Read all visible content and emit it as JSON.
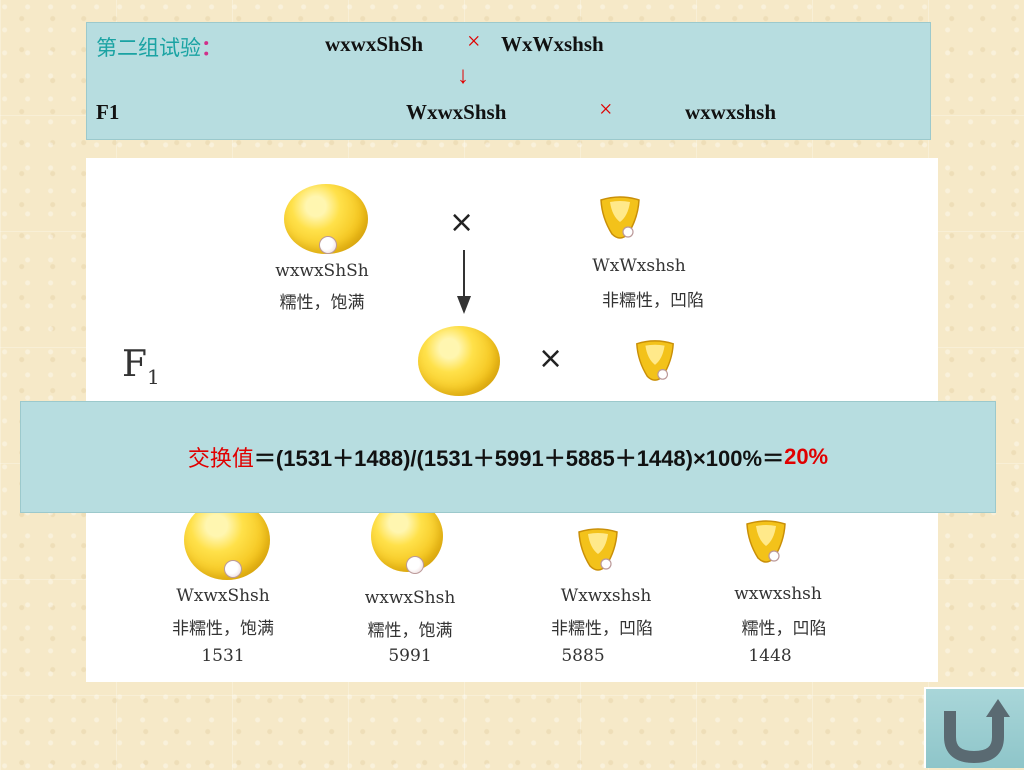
{
  "header": {
    "label": "第二组试验",
    "label_colon": "：",
    "parent1": "wxwxShSh",
    "cross": "×",
    "parent2": "WxWxshsh",
    "arrow": "↓",
    "f1_label": "F1",
    "f1_genotype": "WxwxShsh",
    "cross2": "×",
    "testcross_parent": "wxwxshsh"
  },
  "figure": {
    "parent1": {
      "genotype": "wxwxShSh",
      "phenotype": "糯性，饱满"
    },
    "parent2": {
      "genotype": "WxWxshsh",
      "phenotype": "非糯性，凹陷"
    },
    "cross_sign": "×",
    "f1_label": "F",
    "f1_sub": "1",
    "f1_cross_sign": "×",
    "offspring": [
      {
        "genotype": "WxwxShsh",
        "phenotype": "非糯性，饱满",
        "count": "1531"
      },
      {
        "genotype": "wxwxShsh",
        "phenotype": "糯性，饱满",
        "count": "5991"
      },
      {
        "genotype": "Wxwxshsh",
        "phenotype": "非糯性，凹陷",
        "count": "5885"
      },
      {
        "genotype": "wxwxshsh",
        "phenotype": "糯性，凹陷",
        "count": "1448"
      }
    ]
  },
  "formula": {
    "label": "交换值",
    "expression": "＝(1531＋1488)/(1531＋5991＋5885＋1448)×100%＝",
    "result": "20%"
  },
  "return_button": {
    "icon": "return-u-arrow-icon"
  },
  "colors": {
    "panel": "#b7dde0",
    "accent_red": "#e00000",
    "accent_cyan": "#1aa3a3",
    "kernel_yellow": "#f3c21a"
  }
}
